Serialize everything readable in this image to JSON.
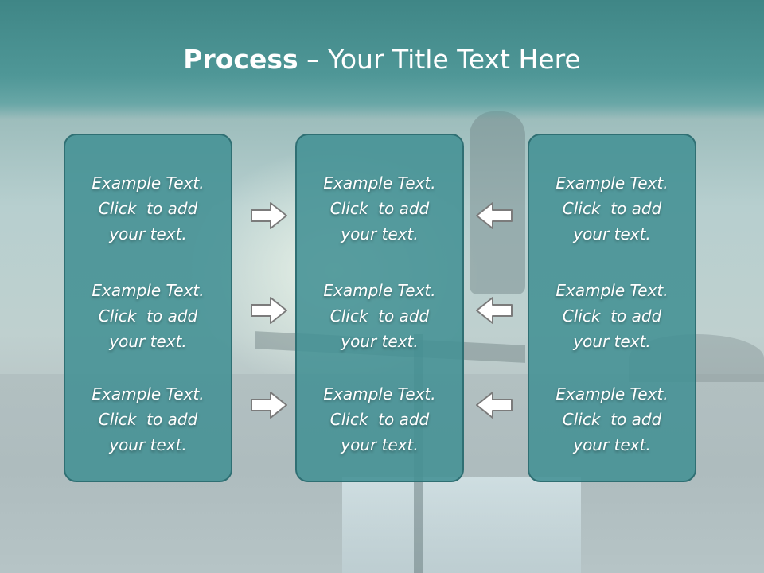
{
  "title": {
    "bold": "Process",
    "rest": " – Your Title Text Here"
  },
  "columns": [
    {
      "items": [
        {
          "line1": "Example Text.",
          "line2": "Click  to add",
          "line3": "your text."
        },
        {
          "line1": "Example Text.",
          "line2": "Click  to add",
          "line3": "your text."
        },
        {
          "line1": "Example Text.",
          "line2": "Click  to add",
          "line3": "your text."
        }
      ]
    },
    {
      "items": [
        {
          "line1": "Example Text.",
          "line2": "Click  to add",
          "line3": "your text."
        },
        {
          "line1": "Example Text.",
          "line2": "Click  to add",
          "line3": "your text."
        },
        {
          "line1": "Example Text.",
          "line2": "Click  to add",
          "line3": "your text."
        }
      ]
    },
    {
      "items": [
        {
          "line1": "Example Text.",
          "line2": "Click  to add",
          "line3": "your text."
        },
        {
          "line1": "Example Text.",
          "line2": "Click  to add",
          "line3": "your text."
        },
        {
          "line1": "Example Text.",
          "line2": "Click  to add",
          "line3": "your text."
        }
      ]
    }
  ],
  "icons": {
    "left_arrows": "arrow-right-icon",
    "right_arrows": "arrow-left-icon"
  },
  "colors": {
    "title_band": "#4f9797",
    "box_fill": "#43919480",
    "box_border": "#2f6f73",
    "text": "#ffffff"
  }
}
